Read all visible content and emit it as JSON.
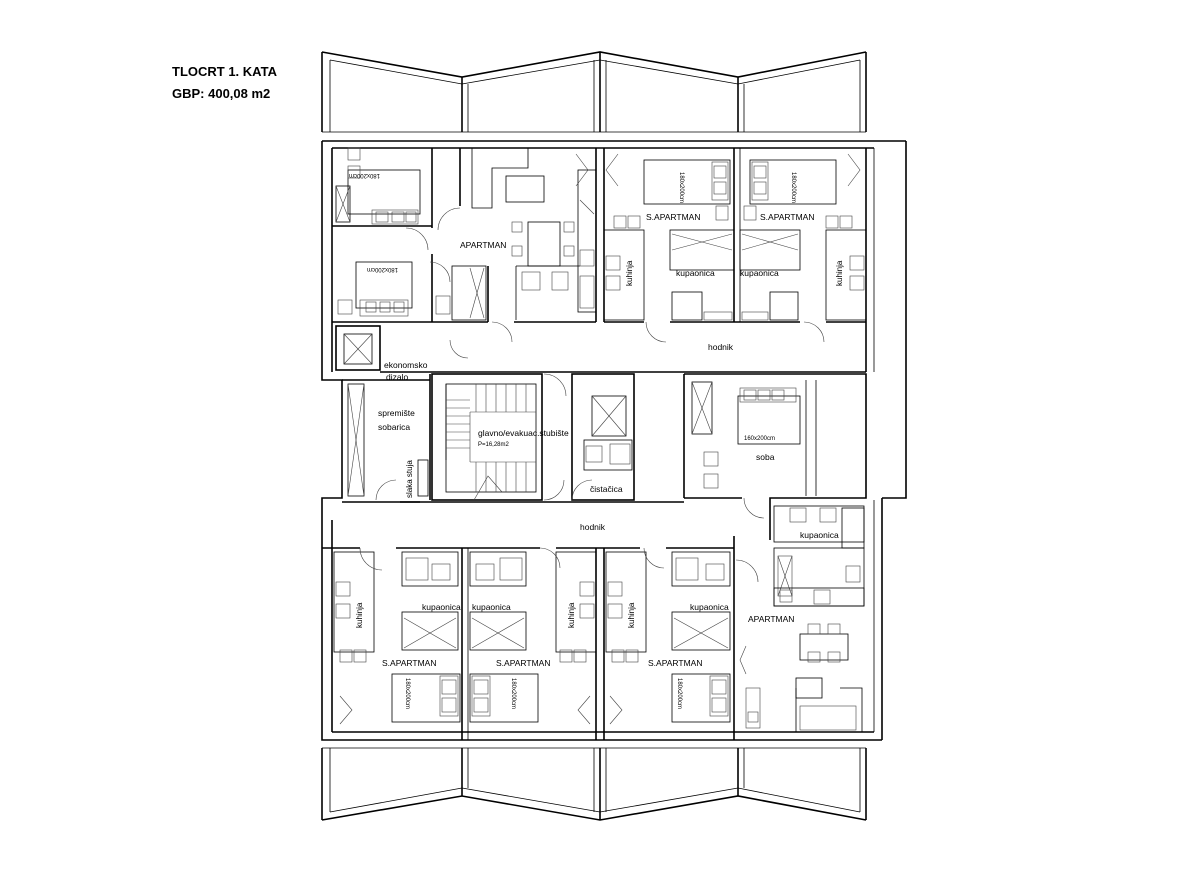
{
  "header": {
    "title": "TLOCRT 1. KATA",
    "gbp": "GBP: 400,08 m2"
  },
  "labels": {
    "apartman_top": "APARTMAN",
    "s_apartman_1": "S.APARTMAN",
    "s_apartman_2": "S.APARTMAN",
    "kuhinja_top_1": "kuhinja",
    "kuhinja_top_2": "kuhinja",
    "kupaonica_top_1": "kupaonica",
    "kupaonica_top_2": "kupaonica",
    "hodnik_top": "hodnik",
    "ekonomsko_dizalo_1": "ekonomsko",
    "ekonomsko_dizalo_2": "dizalo",
    "spremiste_1": "spremište",
    "spremiste_2": "sobarica",
    "stair_title": "glavno/evakuac.stubište",
    "stair_area": "P=16,28m2",
    "slaka_stuja": "slaka stuja",
    "cistacica": "čistačica",
    "soba": "soba",
    "bed_soba": "160x200cm",
    "hodnik_mid": "hodnik",
    "kupaonica_right": "kupaonica",
    "apartman_bottom": "APARTMAN",
    "kuhinja_b1": "kuhinja",
    "kuhinja_b2": "kuhinja",
    "kuhinja_b3": "kuhinja",
    "kupaonica_b1": "kupaonica",
    "kupaonica_b2": "kupaonica",
    "kupaonica_b3": "kupaonica",
    "s_apartman_b1": "S.APARTMAN",
    "s_apartman_b2": "S.APARTMAN",
    "s_apartman_b3": "S.APARTMAN",
    "bed_tl": "180x200cm",
    "bed_tl2": "180x200cm",
    "bed_tr1": "180x200cm",
    "bed_tr2": "180x200cm",
    "bed_b1": "180x200cm",
    "bed_b2": "180x200cm",
    "bed_b3": "180x200cm"
  }
}
